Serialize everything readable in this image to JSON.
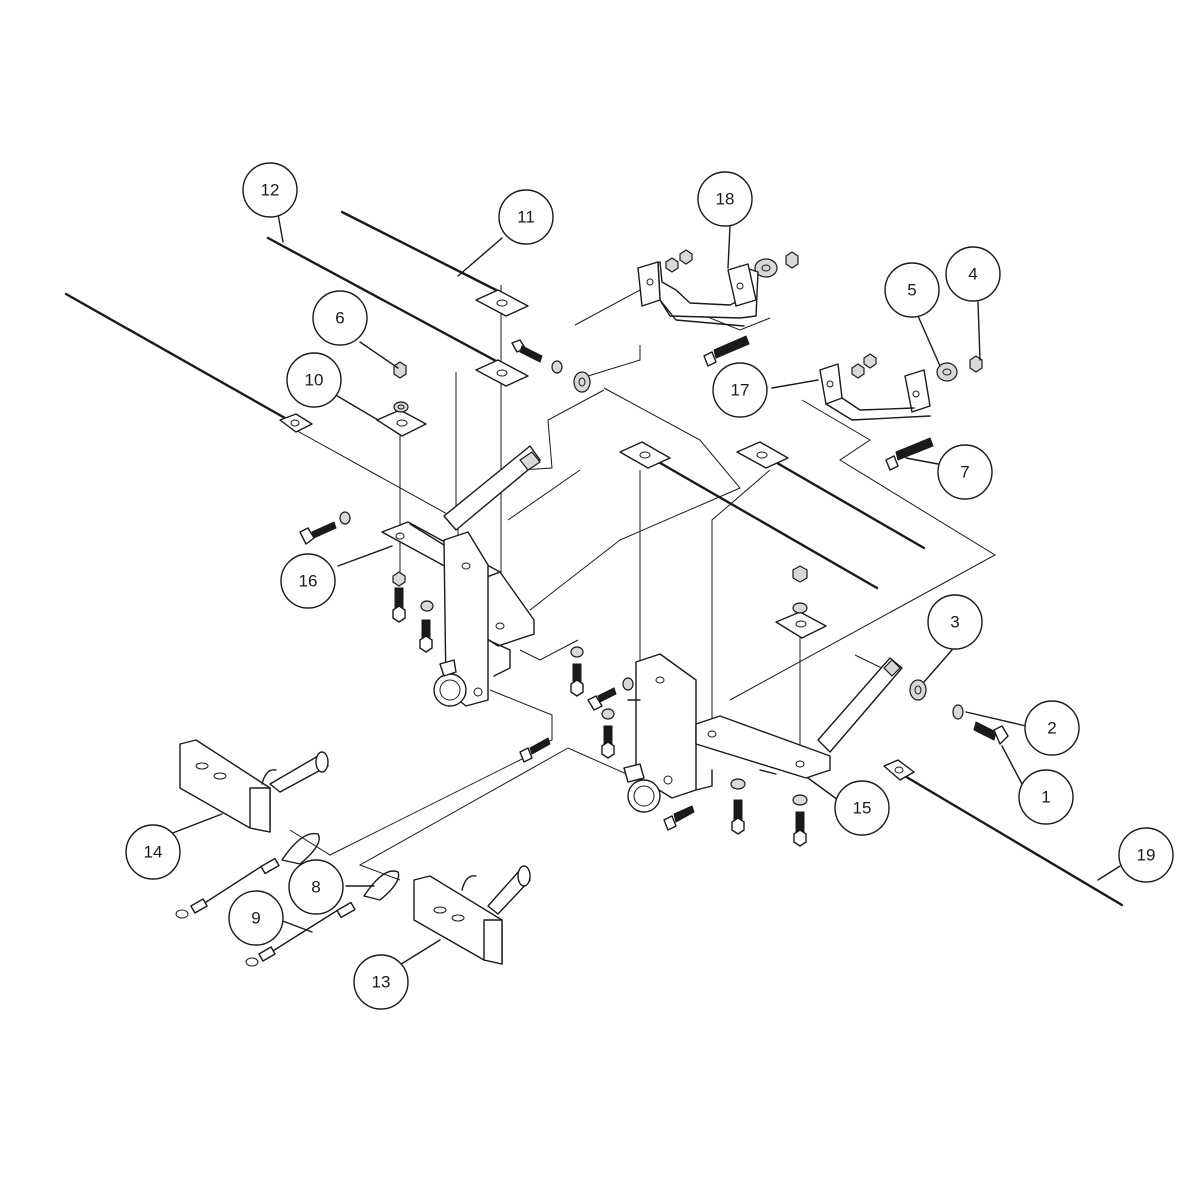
{
  "colors": {
    "line": "#1a1a1a",
    "background": "#ffffff",
    "shade": "#d9d9d9"
  },
  "callouts": [
    {
      "id": "1",
      "label": "1"
    },
    {
      "id": "2",
      "label": "2"
    },
    {
      "id": "3",
      "label": "3"
    },
    {
      "id": "4",
      "label": "4"
    },
    {
      "id": "5",
      "label": "5"
    },
    {
      "id": "6",
      "label": "6"
    },
    {
      "id": "7",
      "label": "7"
    },
    {
      "id": "8",
      "label": "8"
    },
    {
      "id": "9",
      "label": "9"
    },
    {
      "id": "10",
      "label": "10"
    },
    {
      "id": "11",
      "label": "11"
    },
    {
      "id": "12",
      "label": "12"
    },
    {
      "id": "13",
      "label": "13"
    },
    {
      "id": "14",
      "label": "14"
    },
    {
      "id": "15",
      "label": "15"
    },
    {
      "id": "16",
      "label": "16"
    },
    {
      "id": "17",
      "label": "17"
    },
    {
      "id": "18",
      "label": "18"
    },
    {
      "id": "19",
      "label": "19"
    }
  ]
}
